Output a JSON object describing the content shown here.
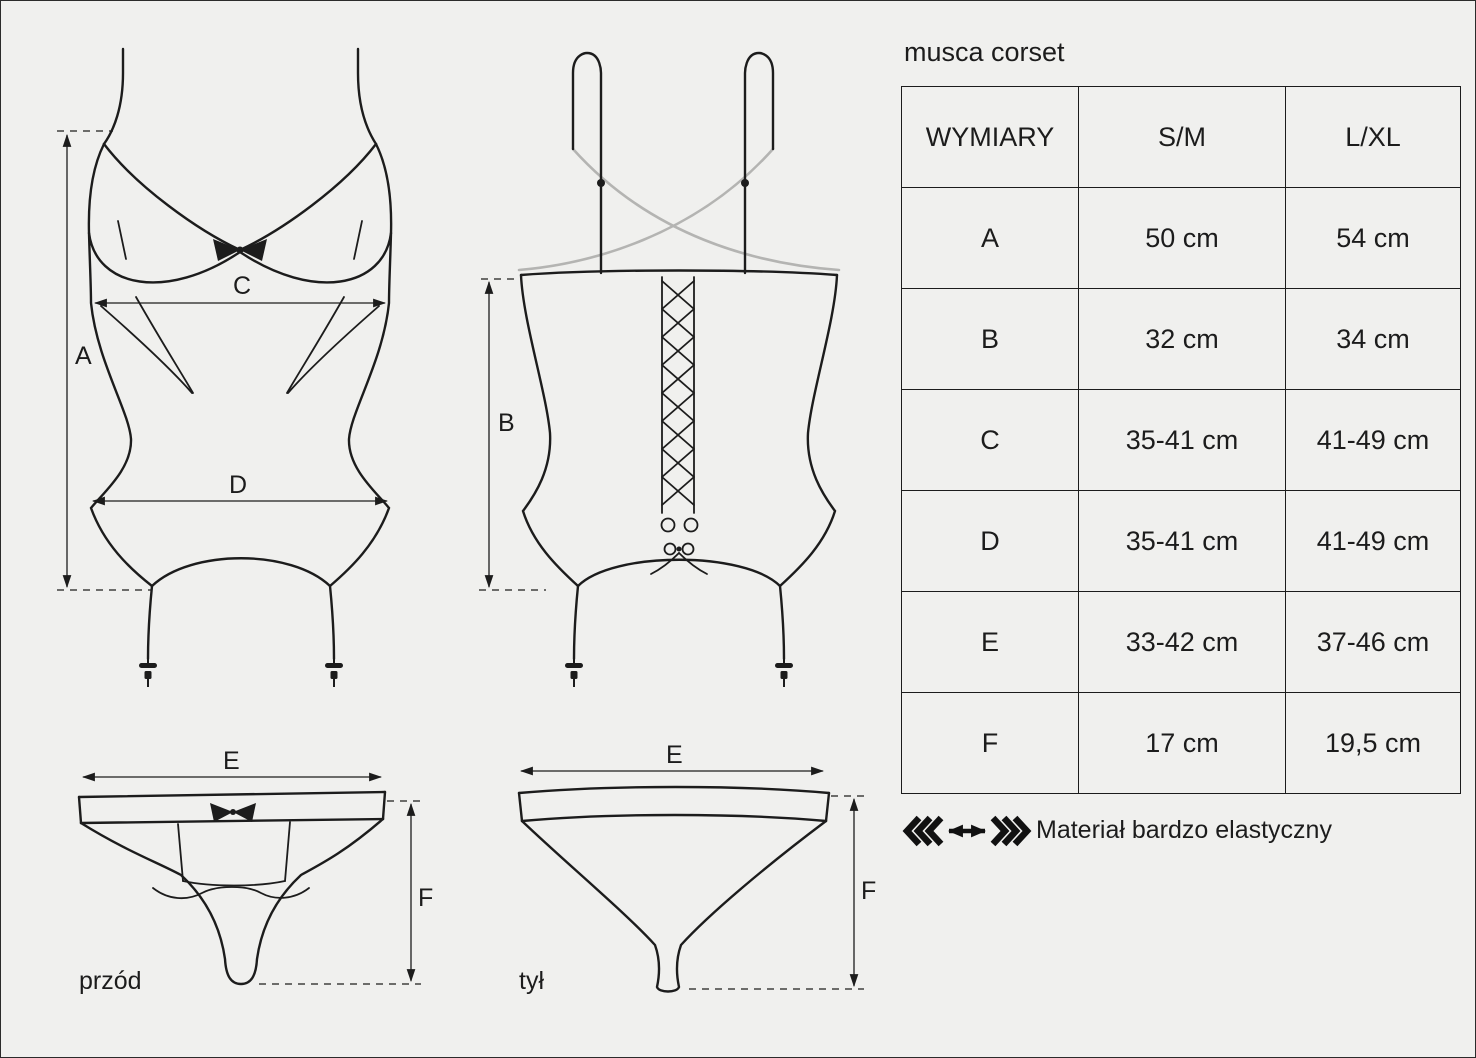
{
  "title": "musca corset",
  "diagram": {
    "labels": {
      "A": "A",
      "B": "B",
      "C": "C",
      "D": "D",
      "E": "E",
      "F": "F",
      "front_view": "przód",
      "back_view": "tył"
    }
  },
  "table": {
    "headers": {
      "dim": "WYMIARY",
      "sm": "S/M",
      "lxl": "L/XL"
    },
    "rows": [
      {
        "dim": "A",
        "sm": "50 cm",
        "lxl": "54 cm"
      },
      {
        "dim": "B",
        "sm": "32 cm",
        "lxl": "34 cm"
      },
      {
        "dim": "C",
        "sm": "35-41 cm",
        "lxl": "41-49 cm"
      },
      {
        "dim": "D",
        "sm": "35-41 cm",
        "lxl": "41-49 cm"
      },
      {
        "dim": "E",
        "sm": "33-42 cm",
        "lxl": "37-46 cm"
      },
      {
        "dim": "F",
        "sm": "17 cm",
        "lxl": "19,5 cm"
      }
    ]
  },
  "note": {
    "elasticity": "Materiał bardzo elastyczny"
  },
  "colors": {
    "background": "#f0f0ee",
    "line": "#1c1c1c",
    "gray_strap": "#b4b4b2"
  }
}
